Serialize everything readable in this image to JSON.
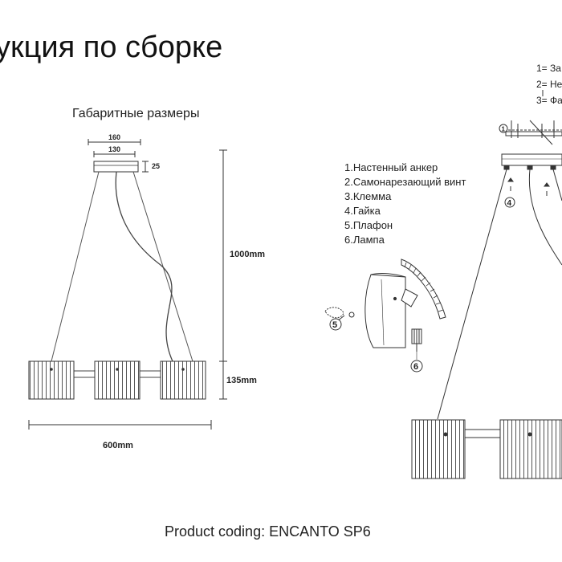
{
  "title": "укция по сборке",
  "dimensions": {
    "heading": "Габаритные размеры",
    "width_160": "160",
    "width_130": "130",
    "height_25": "25",
    "drop_1000": "1000mm",
    "shade_135": "135mm",
    "total_600": "600mm"
  },
  "parts_legend": [
    "1.Настенный анкер",
    "2.Самонарезающий винт",
    "3.Клемма",
    "4.Гайка",
    "5.Плафон",
    "6.Лампа"
  ],
  "mini_legend": [
    "1= За",
    "2= Не",
    "3= Фа"
  ],
  "callouts": {
    "c1": "1",
    "c4": "4",
    "c5": "5",
    "c6": "6"
  },
  "product_coding": "Product coding: ENCANTO SP6"
}
